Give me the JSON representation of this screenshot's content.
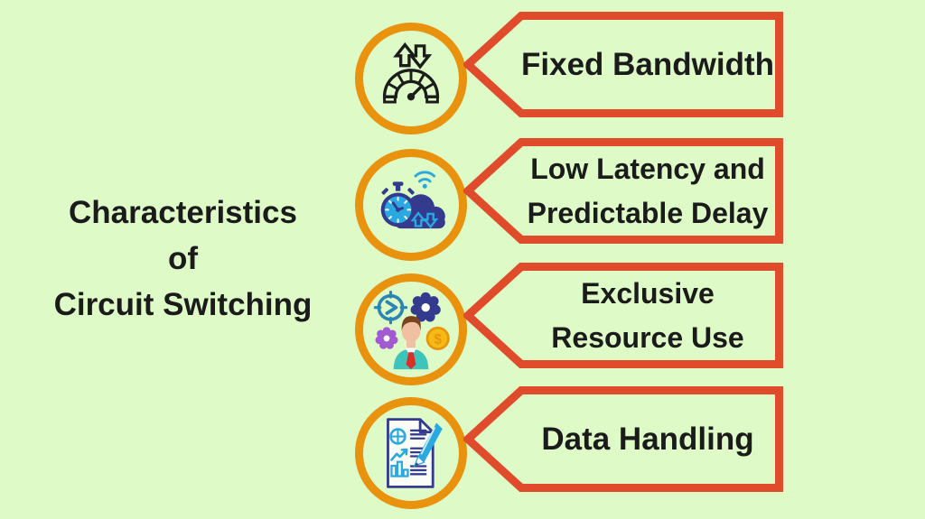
{
  "colors": {
    "bg": "#defac6",
    "red": "#e04b2b",
    "orange": "#e8920e",
    "ink": "#1b1b1b"
  },
  "icon_palette": {
    "navy": "#343b8e",
    "lightblue": "#2aa9e0",
    "steelblue": "#2b85b5",
    "purple": "#a15ad2",
    "gold": "#f6ba16",
    "gold_dark": "#e8950e",
    "teal": "#3ec4bb",
    "tie_red": "#d92f26",
    "hair_brown": "#7a4420",
    "skin": "#f1bfa1",
    "page": "#fbfef6",
    "gauge_black": "#1c1c1c"
  },
  "glyphs": {
    "dollar": "$"
  },
  "title": {
    "lines": [
      "Characteristics",
      "of",
      "Circuit Switching"
    ]
  },
  "items": [
    {
      "icon": "speedometer-icon",
      "lines": [
        "Fixed Bandwidth"
      ]
    },
    {
      "icon": "stopwatch-cloud-icon",
      "lines": [
        "Low Latency and",
        "Predictable Delay"
      ]
    },
    {
      "icon": "person-gears-icon",
      "lines": [
        "Exclusive",
        "Resource Use"
      ]
    },
    {
      "icon": "data-document-icon",
      "lines": [
        "Data Handling"
      ]
    }
  ]
}
